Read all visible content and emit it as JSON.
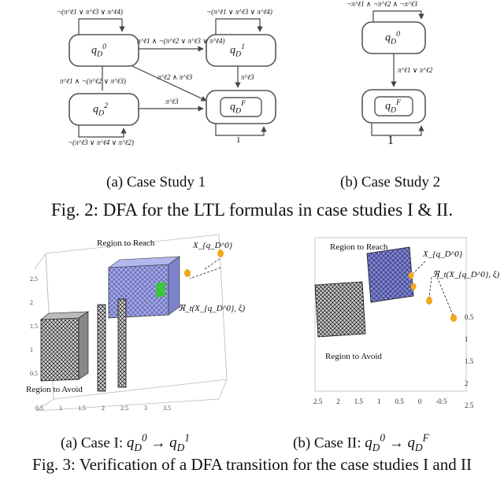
{
  "figure2": {
    "panel_a": {
      "caption": "(a) Case Study 1",
      "states": [
        "q_D^0",
        "q_D^1",
        "q_D^2",
        "q_D^F"
      ],
      "edges": {
        "self_q0": "¬(π^ℓ1 ∨ π^ℓ3 ∨ π^ℓ4)",
        "self_q1": "¬(π^ℓ1 ∨ π^ℓ3 ∨ π^ℓ4)",
        "q0_to_q1": "π^ℓ1 ∧ ¬(π^ℓ2 ∨ π^ℓ3 ∨ π^ℓ4)",
        "q0_to_qF": "π^ℓ2 ∧ π^ℓ3",
        "q1_to_qF": "π^ℓ3",
        "q2_entry": "π^ℓ1 ∧ ¬(π^ℓ2 ∨ π^ℓ3)",
        "q2_to_qF": "π^ℓ3",
        "self_q2": "¬(π^ℓ3 ∨ π^ℓ4 ∨ π^ℓ2)",
        "self_qF": "1"
      }
    },
    "panel_b": {
      "caption": "(b) Case Study 2",
      "states": [
        "q_D^0",
        "q_D^F"
      ],
      "edges": {
        "self_q0": "¬π^ℓ1 ∧ ¬π^ℓ2 ∧ ¬π^ℓ3",
        "q0_to_qF": "π^ℓ1 ∨ π^ℓ2",
        "self_qF": "1"
      }
    },
    "caption": "Fig. 2: DFA for the LTL formulas in case studies I & II."
  },
  "figure3": {
    "panel_a": {
      "caption_prefix": "(a) Case I: ",
      "caption_math": "q_D^0 → q_D^1",
      "labels": {
        "reach": "Region to Reach",
        "avoid": "Region to Avoid",
        "init_set": "X_{q_D^0}",
        "reach_set": "ℜ_t(X_{q_D^0}, ξ)"
      },
      "z_ticks": [
        "2.5",
        "2",
        "1.5",
        "1",
        "0.5"
      ],
      "x_ticks": [
        "0.5",
        "1",
        "1.5",
        "2",
        "2.5",
        "3",
        "3.5"
      ]
    },
    "panel_b": {
      "caption_prefix": "(b) Case II: ",
      "caption_math": "q_D^0 → q_D^F",
      "labels": {
        "reach": "Region to Reach",
        "avoid": "Region to Avoid",
        "init_set": "X_{q_D^0}",
        "reach_set": "ℜ_t(X_{q_D^0}, ξ)"
      },
      "y_ticks": [
        "0.5",
        "1",
        "1.5",
        "2",
        "2.5"
      ],
      "x_ticks": [
        "2.5",
        "2",
        "1.5",
        "1",
        "0.5",
        "0",
        "-0.5"
      ]
    },
    "caption": "Fig. 3: Verification of a DFA transition for the case studies I and II"
  },
  "colors": {
    "reach": "#8a8fd8",
    "avoid": "#2a2a2a",
    "marker": "#f0a81e",
    "green": "#3ec43e"
  }
}
